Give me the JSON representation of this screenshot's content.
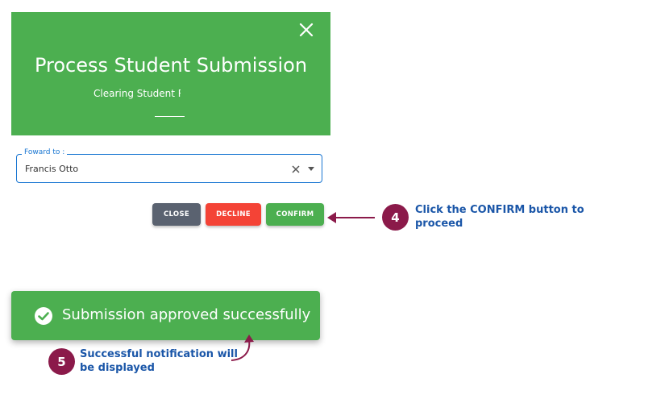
{
  "dialog": {
    "title": "Process Student Submission",
    "subtitle": "Clearing Student Rem",
    "header_color": "#4caf50",
    "close_icon": "close-icon"
  },
  "forward_field": {
    "label": "Foward to :",
    "value": "Francis Otto"
  },
  "buttons": {
    "close": "CLOSE",
    "decline": "DECLINE",
    "confirm": "CONFIRM"
  },
  "steps": [
    {
      "number": "4",
      "text": "Click the CONFIRM button to proceed"
    },
    {
      "number": "5",
      "text": "Successful notification will be displayed"
    }
  ],
  "toast": {
    "message": "Submission approved successfully",
    "icon": "check-circle-icon"
  },
  "colors": {
    "success": "#4caf50",
    "danger": "#f44336",
    "neutral": "#5a6270",
    "step_badge": "#8b1a4a",
    "step_text": "#1a56a8",
    "field_border": "#1976d2"
  }
}
